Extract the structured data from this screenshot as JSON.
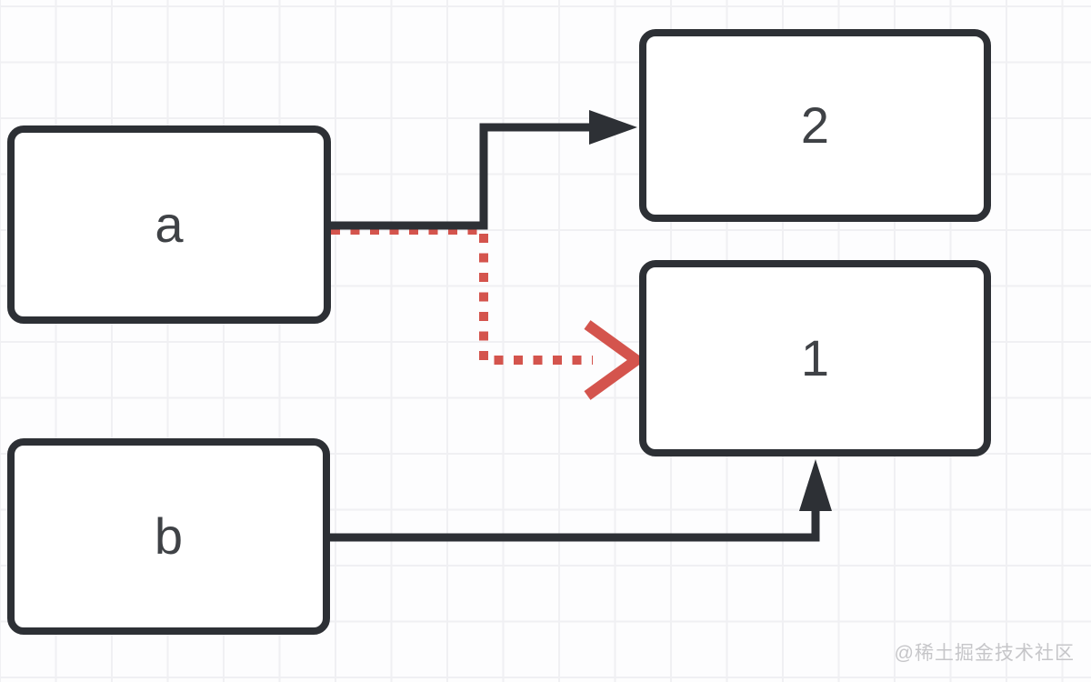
{
  "canvas": {
    "type": "flow-diagram",
    "background": "light grid whiteboard",
    "nodes": [
      {
        "id": "a",
        "label": "a",
        "shape": "rounded-rectangle"
      },
      {
        "id": "b",
        "label": "b",
        "shape": "rounded-rectangle"
      },
      {
        "id": "2",
        "label": "2",
        "shape": "rounded-rectangle"
      },
      {
        "id": "1",
        "label": "1",
        "shape": "rounded-rectangle"
      }
    ],
    "edges": [
      {
        "from": "a",
        "to": "2",
        "style": "solid",
        "arrowhead": "filled-triangle",
        "color": "#2d3035"
      },
      {
        "from": "a",
        "to": "1",
        "style": "dotted",
        "arrowhead": "open-chevron",
        "color": "#d4544d"
      },
      {
        "from": "b",
        "to": "1",
        "style": "solid",
        "arrowhead": "filled-triangle",
        "color": "#2d3035"
      }
    ]
  },
  "watermark": {
    "text": "@稀土掘金技术社区"
  },
  "colors": {
    "background": "#fdfdfe",
    "grid_line": "#f0f0f3",
    "node_border": "#2d3035",
    "node_fill": "#ffffff",
    "node_text": "#3f4246",
    "edge_dark": "#2d3035",
    "edge_red": "#d4544d",
    "watermark_text": "#c6c6c9"
  }
}
